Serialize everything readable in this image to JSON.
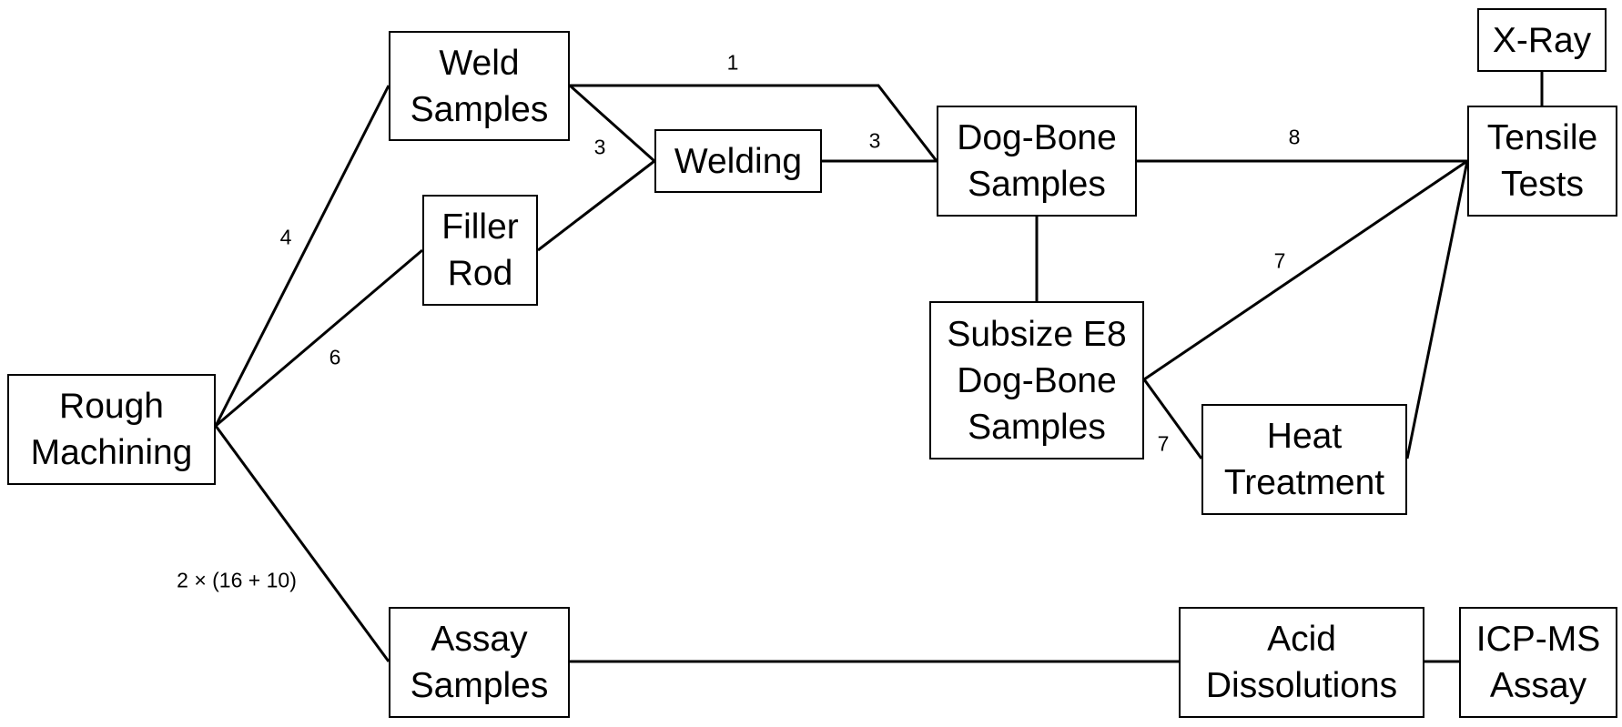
{
  "nodes": {
    "rough_machining": [
      "Rough",
      "Machining"
    ],
    "weld_samples": [
      "Weld",
      "Samples"
    ],
    "filler_rod": [
      "Filler",
      "Rod"
    ],
    "welding": [
      "Welding"
    ],
    "dog_bone": [
      "Dog-Bone",
      "Samples"
    ],
    "subsize": [
      "Subsize E8",
      "Dog-Bone",
      "Samples"
    ],
    "heat_treatment": [
      "Heat",
      "Treatment"
    ],
    "xray": [
      "X-Ray"
    ],
    "tensile": [
      "Tensile",
      "Tests"
    ],
    "assay_samples": [
      "Assay",
      "Samples"
    ],
    "acid": [
      "Acid",
      "Dissolutions"
    ],
    "icpms": [
      "ICP-MS",
      "Assay"
    ]
  },
  "edge_labels": {
    "rough_to_weld": "4",
    "rough_to_filler": "6",
    "rough_to_assay": "2 × (16 + 10)",
    "weld_to_dogbone": "1",
    "weld_to_welding": "3",
    "welding_to_dogbone": "3",
    "dogbone_to_tensile": "8",
    "subsize_to_tensile": "7",
    "subsize_to_heat": "7"
  },
  "line_color": "#000000"
}
